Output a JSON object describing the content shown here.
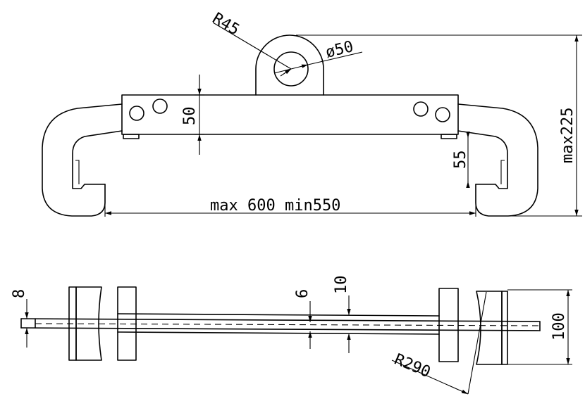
{
  "dimensions": {
    "r45": "R45",
    "phi50": "ø50",
    "d50": "50",
    "d55": "55",
    "max225": "max225",
    "span": "max 600 min550",
    "d8": "8",
    "d6": "6",
    "d10": "10",
    "d100": "100",
    "r290": "R290"
  },
  "colors": {
    "line": "#000000",
    "background": "#ffffff"
  }
}
